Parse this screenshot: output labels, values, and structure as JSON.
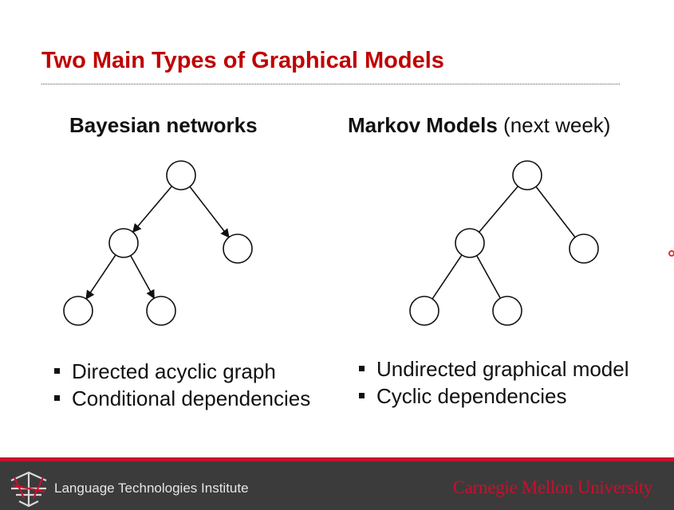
{
  "slide": {
    "title": "Two Main Types of Graphical Models"
  },
  "left": {
    "heading": "Bayesian networks",
    "bullets": [
      "Directed acyclic graph",
      "Conditional dependencies"
    ],
    "graph": {
      "directed": true,
      "edges": [
        [
          "root",
          "mid-left"
        ],
        [
          "root",
          "mid-right"
        ],
        [
          "mid-left",
          "leaf-left"
        ],
        [
          "mid-left",
          "leaf-right"
        ]
      ]
    }
  },
  "right": {
    "heading_bold": "Markov Models",
    "heading_suffix": " (next week)",
    "bullets": [
      "Undirected graphical model",
      "Cyclic dependencies"
    ],
    "graph": {
      "directed": false,
      "edges": [
        [
          "root",
          "mid-left"
        ],
        [
          "root",
          "mid-right"
        ],
        [
          "mid-left",
          "leaf-left"
        ],
        [
          "mid-left",
          "leaf-right"
        ]
      ]
    }
  },
  "footer": {
    "institute": "Language Technologies Institute",
    "university": "Carnegie Mellon University"
  },
  "colors": {
    "title": "#c00000",
    "footer_bg": "#3b3b3b",
    "footer_accent": "#c8102e"
  }
}
